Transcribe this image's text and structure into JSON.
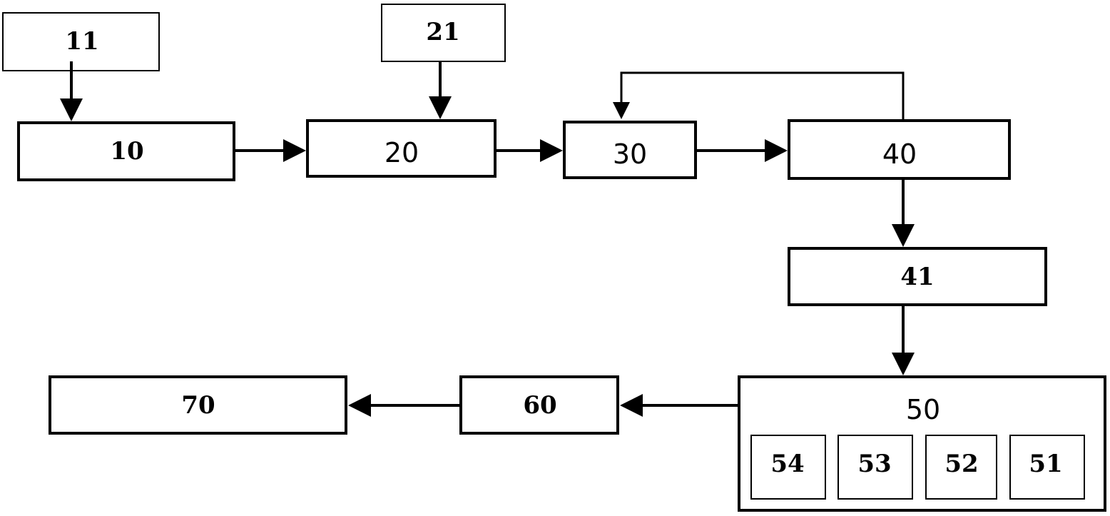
{
  "blocks": {
    "b11": "11",
    "b10": "10",
    "b21": "21",
    "b20": "20",
    "b30": "30",
    "b40": "40",
    "b41": "41",
    "b50": "50",
    "b51": "51",
    "b52": "52",
    "b53": "53",
    "b54": "54",
    "b60": "60",
    "b70": "70"
  }
}
